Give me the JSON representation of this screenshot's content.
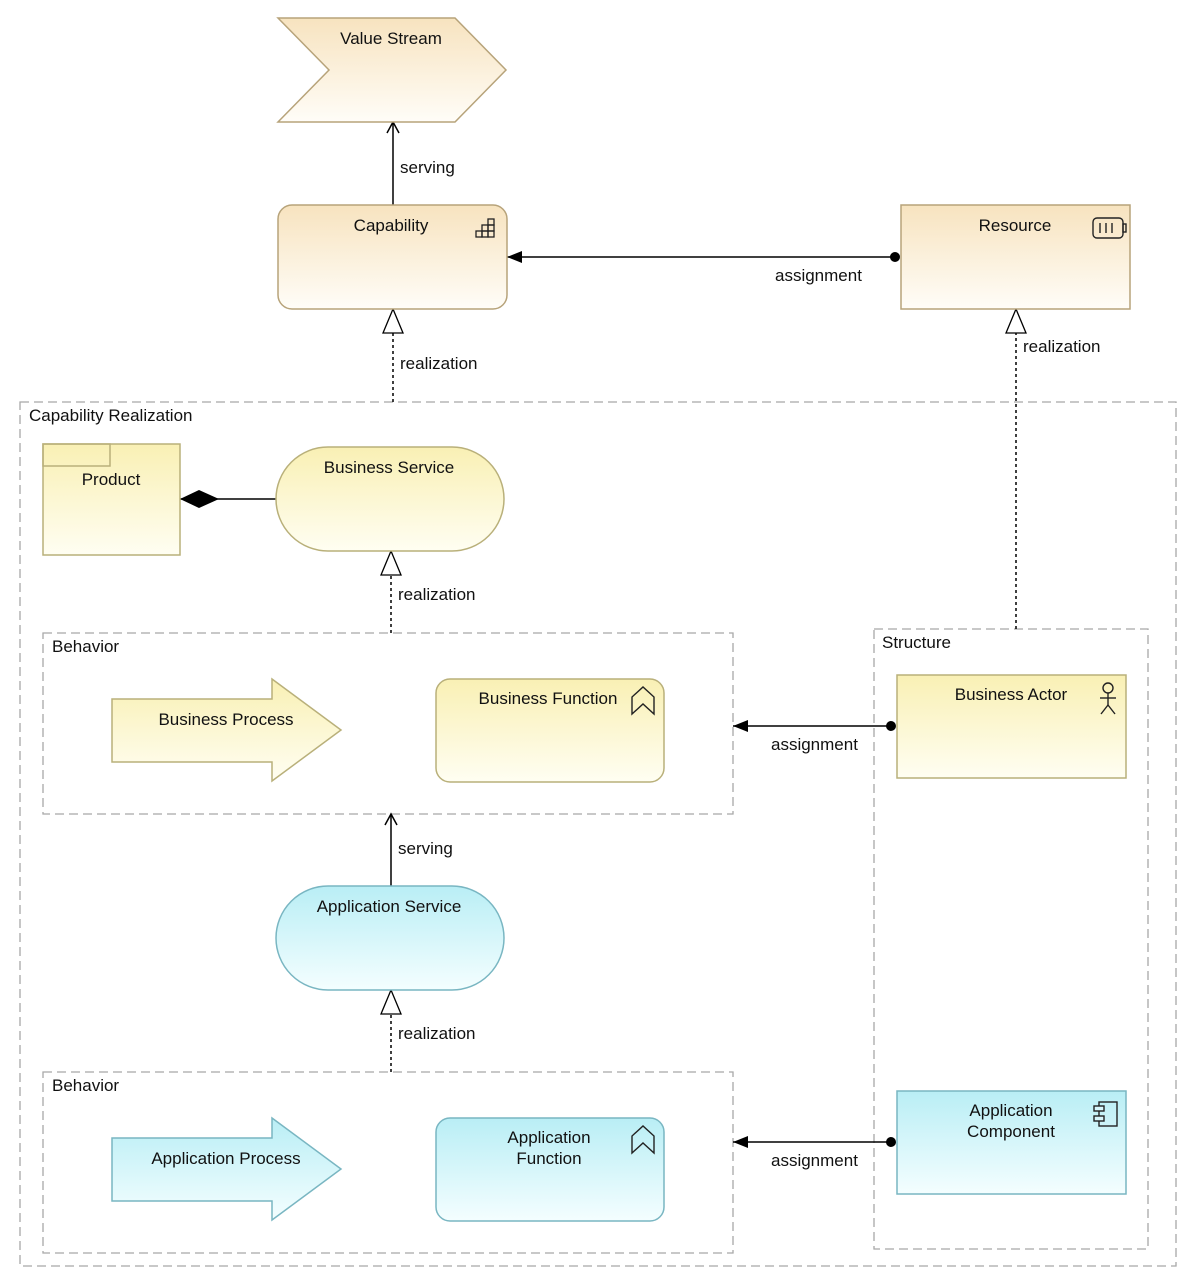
{
  "colors": {
    "strategy_top": "#f7e3bf",
    "strategy_bottom": "#ffffff",
    "strategy_border": "#b7a37a",
    "business_top": "#f9f0b4",
    "business_bottom": "#ffffff",
    "business_border": "#b9b07a",
    "application_top": "#b9eef5",
    "application_bottom": "#ffffff",
    "application_border": "#79b6c2",
    "group_border": "#a8a8a8"
  },
  "nodes": {
    "value_stream": "Value Stream",
    "capability": "Capability",
    "resource": "Resource",
    "product": "Product",
    "business_service": "Business Service",
    "business_process": "Business Process",
    "business_function": "Business Function",
    "business_actor": "Business Actor",
    "application_service": "Application Service",
    "application_process": "Application Process",
    "application_function_line1": "Application",
    "application_function_line2": "Function",
    "application_component_line1": "Application",
    "application_component_line2": "Component"
  },
  "groups": {
    "capability_realization": "Capability Realization",
    "behavior_business": "Behavior",
    "behavior_application": "Behavior",
    "structure": "Structure"
  },
  "relations": {
    "cap_to_vs": "serving",
    "resource_to_cap": "assignment",
    "group_to_cap": "realization",
    "actor_to_resource": "realization",
    "behavior_to_bs": "realization",
    "actor_to_behavior": "assignment",
    "as_to_behavior": "serving",
    "appbehavior_to_as": "realization",
    "component_to_appbehavior": "assignment"
  }
}
